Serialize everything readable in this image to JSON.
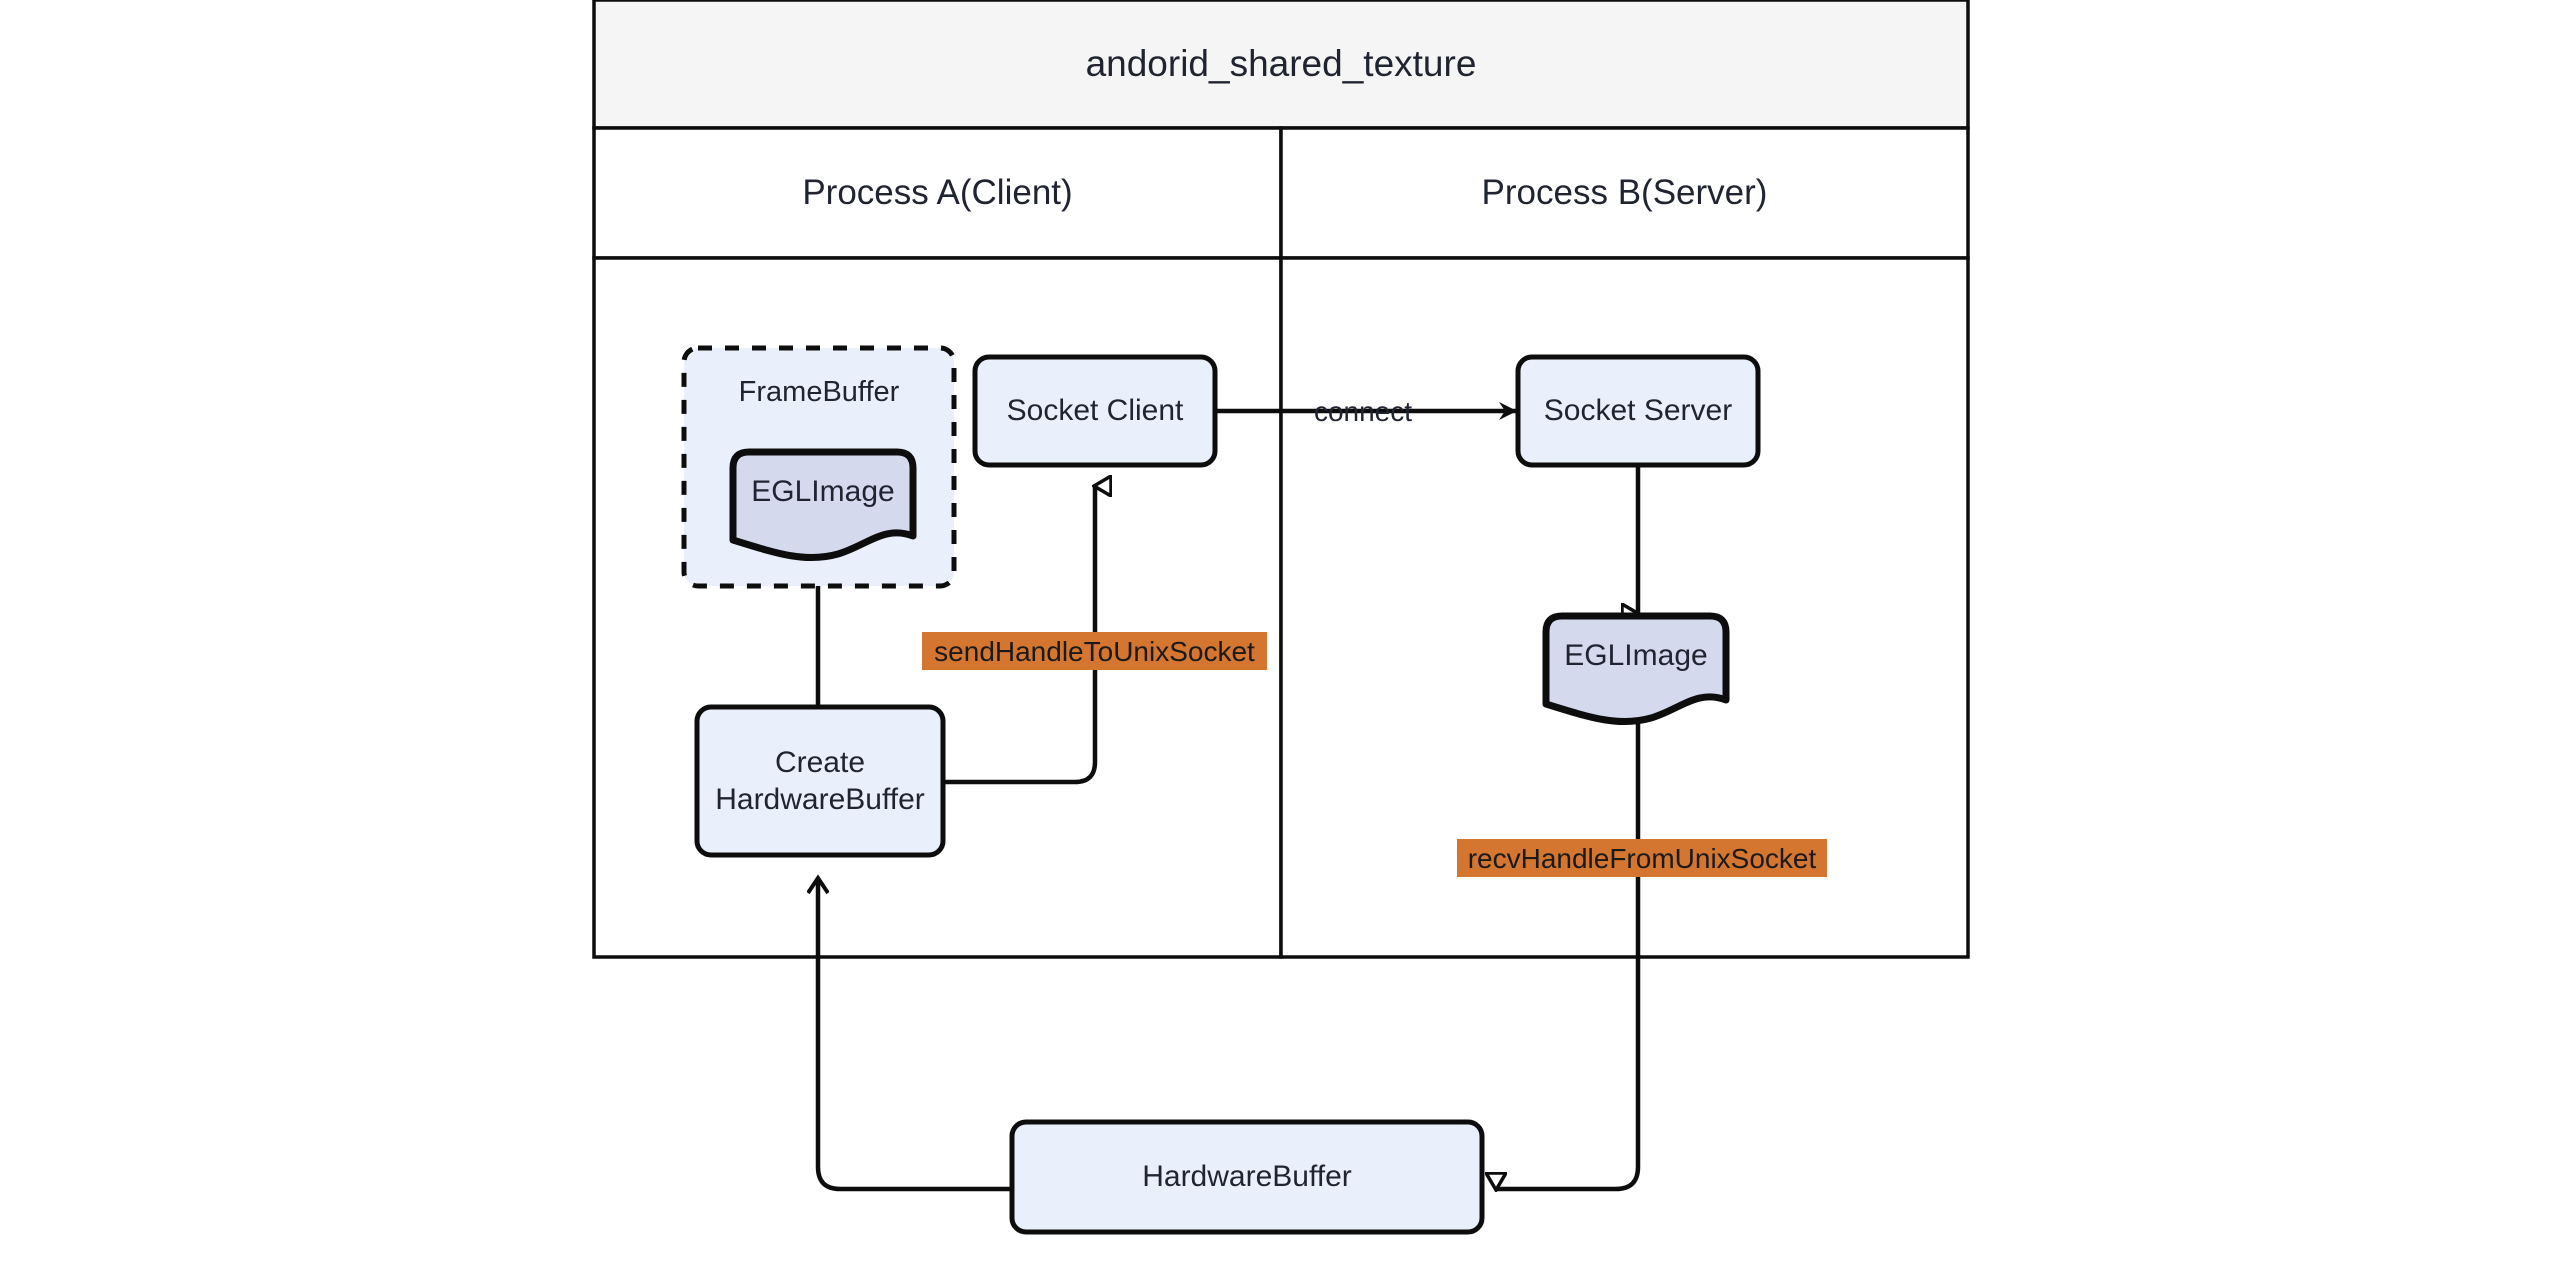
{
  "diagram": {
    "title": "andorid_shared_texture",
    "lanes": [
      {
        "id": "process-a",
        "label": "Process A(Client)"
      },
      {
        "id": "process-b",
        "label": "Process B(Server)"
      }
    ],
    "groups": [
      {
        "id": "framebuffer",
        "label": "FrameBuffer",
        "style": "dashed"
      }
    ],
    "nodes": [
      {
        "id": "eglimage-client",
        "label": "EGLImage",
        "shape": "document-wave",
        "lane": "process-a"
      },
      {
        "id": "socket-client",
        "label": "Socket Client",
        "shape": "rounded-rect",
        "lane": "process-a"
      },
      {
        "id": "create-hardwarebuffer",
        "label": "Create\nHardwareBuffer",
        "shape": "rounded-rect",
        "lane": "process-a"
      },
      {
        "id": "socket-server",
        "label": "Socket Server",
        "shape": "rounded-rect",
        "lane": "process-b"
      },
      {
        "id": "eglimage-server",
        "label": "EGLImage",
        "shape": "document-wave",
        "lane": "process-b"
      },
      {
        "id": "hardwarebuffer",
        "label": "HardwareBuffer",
        "shape": "rounded-rect",
        "lane": "shared"
      }
    ],
    "edge_labels": [
      {
        "id": "connect",
        "label": "connect",
        "style": "plain"
      },
      {
        "id": "send-handle",
        "label": "sendHandleToUnixSocket",
        "style": "highlighted"
      },
      {
        "id": "recv-handle",
        "label": "recvHandleFromUnixSocket",
        "style": "highlighted"
      }
    ],
    "colors": {
      "node_fill": "#eaf0fb",
      "document_fill": "#d5d9ee",
      "stroke": "#0d0d0d",
      "title_band_fill": "#f5f5f5",
      "lane_fill": "#ffffff",
      "highlight_fill": "#d4762f",
      "text": "#1f2430"
    }
  }
}
